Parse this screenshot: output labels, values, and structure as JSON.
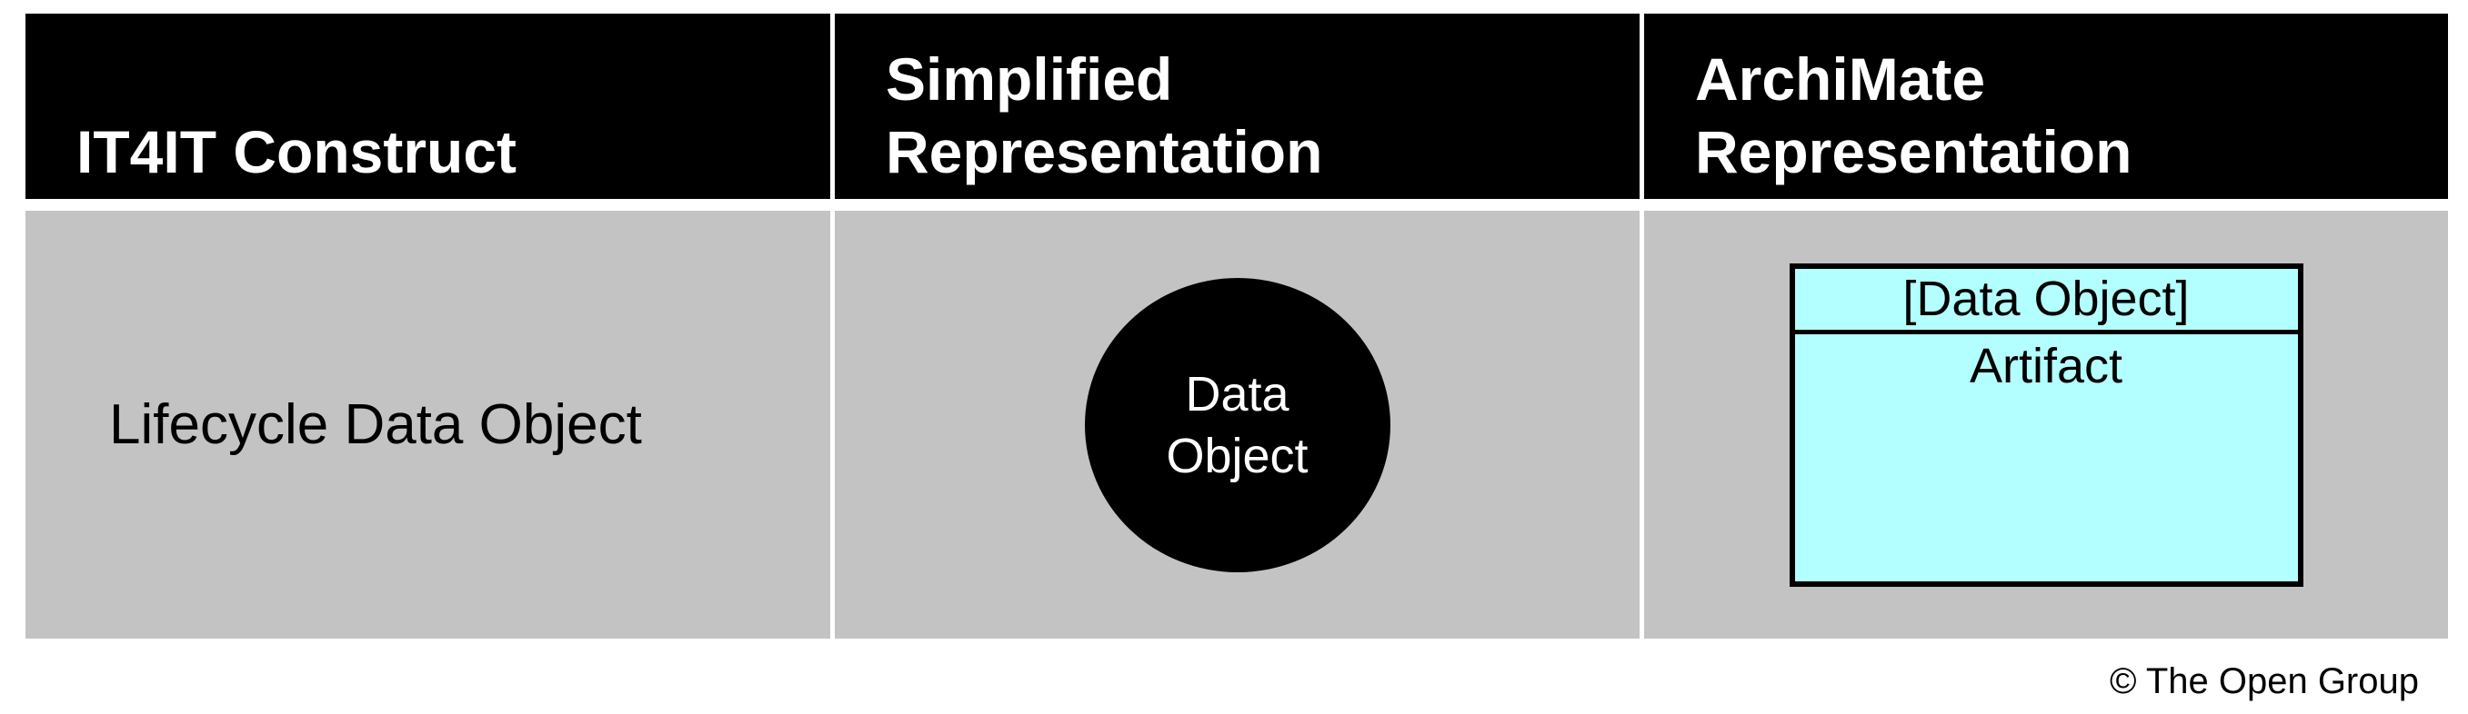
{
  "colors": {
    "page_bg": "#ffffff",
    "header_bg": "#000000",
    "header_text": "#ffffff",
    "body_bg": "#c3c3c3",
    "circle_bg": "#000000",
    "circle_text": "#ffffff",
    "artifact_fill": "#b3ffff",
    "line": "#000000",
    "text": "#000000"
  },
  "table": {
    "headers": [
      {
        "label": "IT4IT Construct"
      },
      {
        "label": "Simplified Representation"
      },
      {
        "label": "ArchiMate Representation"
      }
    ],
    "rows": [
      {
        "construct": "Lifecycle Data Object",
        "simplified_circle": {
          "lines": [
            "Data",
            "Object"
          ]
        },
        "archimate_box": {
          "title": "[Data Object]",
          "element_type": "Artifact"
        }
      }
    ]
  },
  "footer": {
    "copyright": "© The Open Group"
  }
}
